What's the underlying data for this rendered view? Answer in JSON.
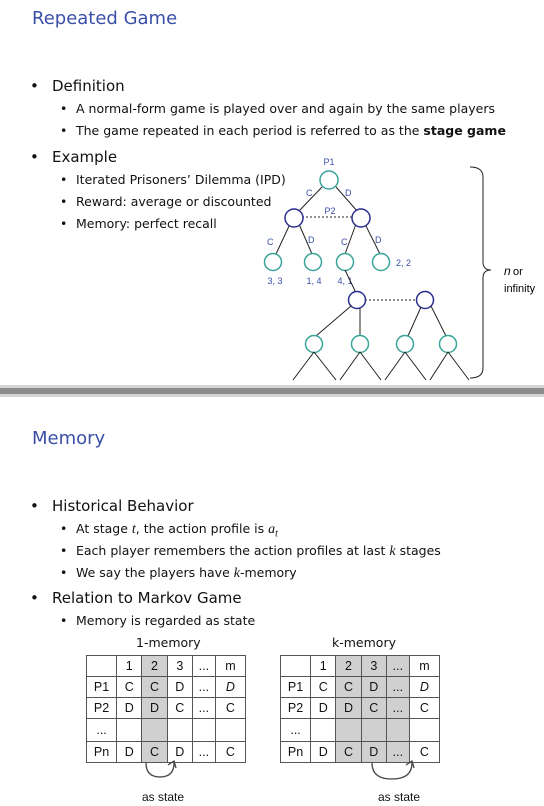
{
  "slide1": {
    "title": "Repeated Game",
    "definition": {
      "label": "Definition",
      "items": [
        "A normal-form game is played over and again by the same players",
        "The game repeated in each period is referred to as the ",
        "stage game"
      ]
    },
    "example": {
      "label": "Example",
      "items": [
        "Iterated Prisoners’ Dilemma (IPD)",
        "Reward: average or discounted",
        "Memory: perfect recall"
      ]
    },
    "tree": {
      "p1": "P1",
      "p2": "P2",
      "c": "C",
      "d": "D",
      "payoffs": [
        "3, 3",
        "1, 4",
        "4, 1",
        "2, 2"
      ],
      "n_label": "n",
      "or_label": "or",
      "infinity_label": "infinity"
    },
    "colors": {
      "node": "#3aa39a",
      "node_dark": "#2a2f8f",
      "title": "#3a4fa8"
    }
  },
  "slide2": {
    "title": "Memory",
    "historical": {
      "label": "Historical Behavior",
      "item1_pre": "At stage ",
      "item1_var": "t",
      "item1_mid": ", the action profile is ",
      "item1_var2": "a",
      "item1_sub": "t",
      "item2_pre": "Each player remembers the action profiles at last ",
      "item2_var": "k",
      "item2_post": " stages",
      "item3_pre": "We say the players have ",
      "item3_var": "k",
      "item3_post": "-memory"
    },
    "markov": {
      "label": "Relation to Markov Game",
      "item": "Memory is regarded as state"
    },
    "one_memory": {
      "title": "1-memory",
      "rows": [
        [
          "",
          "1",
          "2",
          "3",
          "...",
          "m"
        ],
        [
          "P1",
          "C",
          "C",
          "D",
          "...",
          "D"
        ],
        [
          "P2",
          "D",
          "D",
          "C",
          "...",
          "C"
        ],
        [
          "...",
          "",
          "",
          "",
          "",
          ""
        ],
        [
          "Pn",
          "D",
          "C",
          "D",
          "...",
          "C"
        ]
      ],
      "as_state": "as state"
    },
    "k_memory": {
      "title": "k-memory",
      "rows": [
        [
          "",
          "1",
          "2",
          "3",
          "...",
          "m"
        ],
        [
          "P1",
          "C",
          "C",
          "D",
          "...",
          "D"
        ],
        [
          "P2",
          "D",
          "D",
          "C",
          "...",
          "C"
        ],
        [
          "...",
          "",
          "",
          "",
          "",
          ""
        ],
        [
          "Pn",
          "D",
          "C",
          "D",
          "...",
          "C"
        ]
      ],
      "as_state": "as state"
    }
  }
}
